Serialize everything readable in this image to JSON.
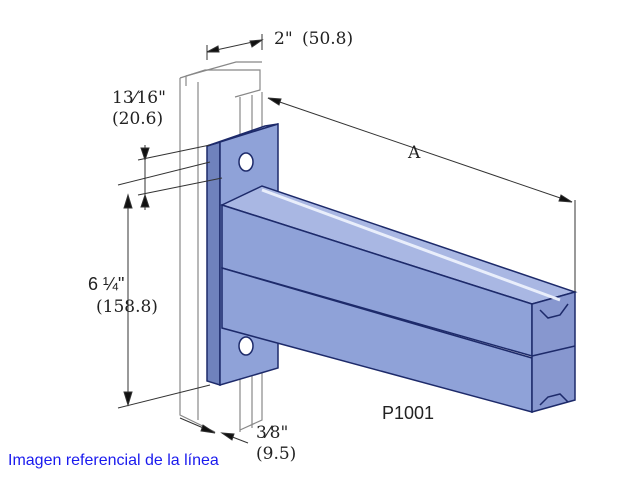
{
  "diagram": {
    "dim_width": "2\"",
    "dim_width_mm": "(50.8)",
    "dim_offset": "13⁄16\"",
    "dim_offset_mm": "(20.6)",
    "dim_length": "A",
    "dim_height": "6 ¼\"",
    "dim_height_mm": "(158.8)",
    "dim_plate": "3⁄8\"",
    "dim_plate_mm": "(9.5)",
    "part_number": "P1001",
    "colors": {
      "bracket": "#8fa2d8",
      "outline": "#1d2a6a",
      "caption": "#1a1aee"
    }
  },
  "caption": "Imagen referencial de la línea"
}
